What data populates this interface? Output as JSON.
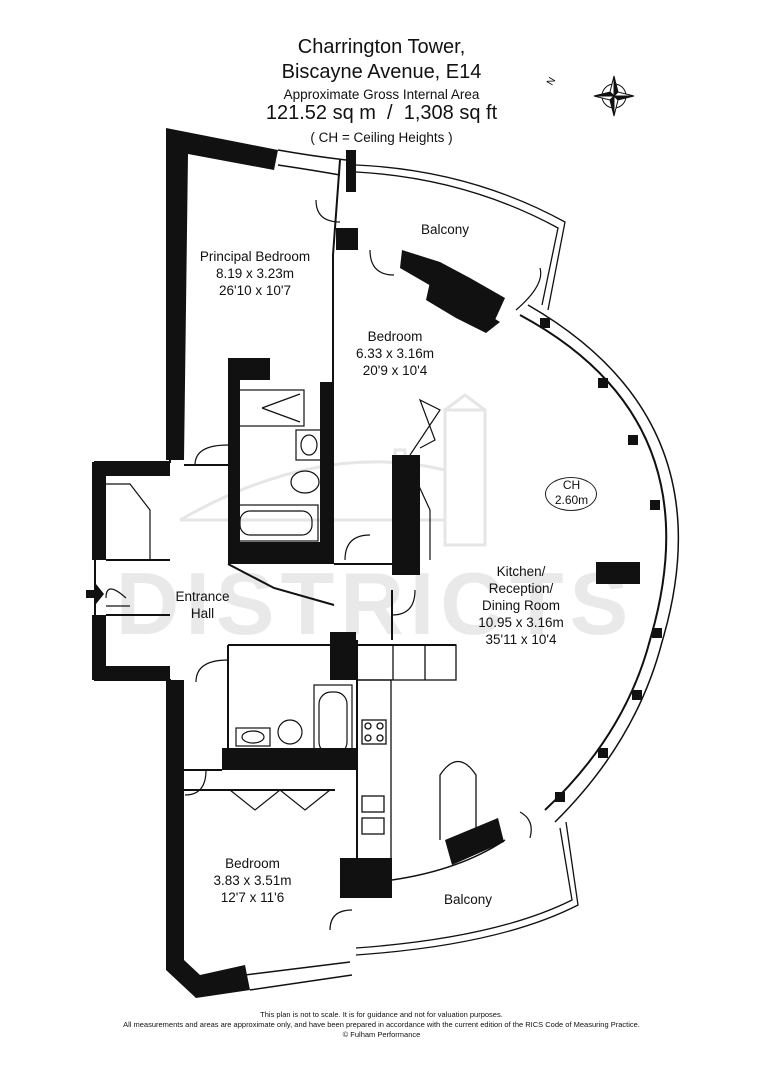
{
  "header": {
    "building": "Charrington Tower,",
    "address": "Biscayne Avenue, E14",
    "area_caption": "Approximate Gross Internal Area",
    "area_value": "121.52 sq m  /  1,308 sq ft",
    "ch_note": "( CH = Ceiling Heights )"
  },
  "compass": {
    "icon": "compass-rose-icon",
    "north_label": "N"
  },
  "watermark": "DISTRICTS",
  "rooms": {
    "principal_bedroom": {
      "name": "Principal Bedroom",
      "metric": "8.19 x 3.23m",
      "imperial": "26'10 x 10'7"
    },
    "bedroom_2": {
      "name": "Bedroom",
      "metric": "6.33 x 3.16m",
      "imperial": "20'9 x 10'4"
    },
    "kitchen": {
      "line1": "Kitchen/",
      "line2": "Reception/",
      "line3": "Dining Room",
      "metric": "10.95 x 3.16m",
      "imperial": "35'11 x 10'4"
    },
    "entrance_hall": {
      "line1": "Entrance",
      "line2": "Hall"
    },
    "bedroom_3": {
      "name": "Bedroom",
      "metric": "3.83 x 3.51m",
      "imperial": "12'7 x 11'6"
    },
    "balcony_top": {
      "name": "Balcony"
    },
    "balcony_bottom": {
      "name": "Balcony"
    }
  },
  "ceiling_height": {
    "label": "CH",
    "value": "2.60m"
  },
  "footer": {
    "line1": "This plan is not to scale. It is for guidance and not for valuation purposes.",
    "line2": "All measurements and areas are approximate only, and have been prepared in accordance with the current edition of the RICS Code of Measuring Practice.",
    "line3": "© Fulham Performance"
  }
}
